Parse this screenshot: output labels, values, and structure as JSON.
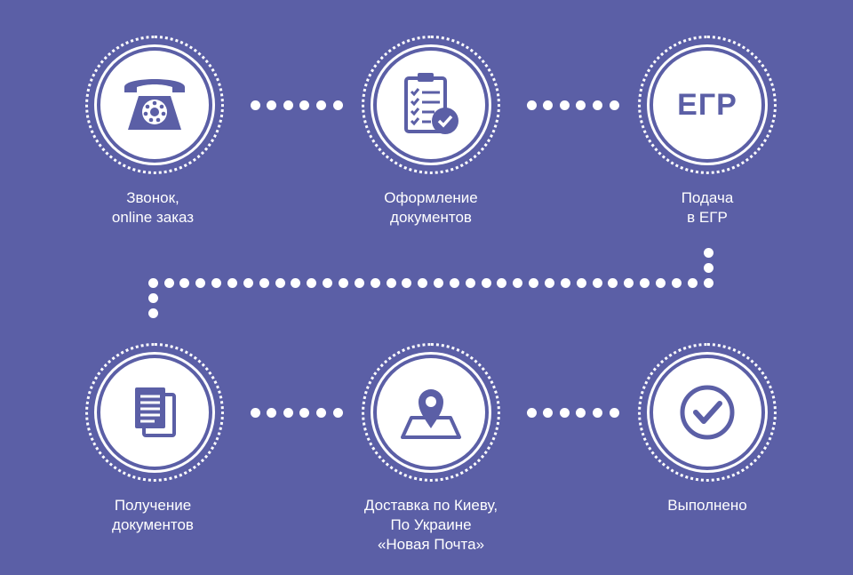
{
  "colors": {
    "background": "#5b5fa6",
    "foreground": "#ffffff",
    "icon": "#5b5fa6"
  },
  "steps": [
    {
      "icon": "telephone-icon",
      "label": "Звонок,\nonline заказ"
    },
    {
      "icon": "clipboard-checklist-icon",
      "label": "Оформление\nдокументов"
    },
    {
      "icon": "egr-text-icon",
      "icon_text": "ЕГР",
      "label": "Подача\nв ЕГР"
    },
    {
      "icon": "documents-icon",
      "label": "Получение\nдокументов"
    },
    {
      "icon": "map-pin-icon",
      "label": "Доставка по Киеву,\nПо Украине\n«Новая Почта»"
    },
    {
      "icon": "checkmark-circle-icon",
      "label": "Выполнено"
    }
  ]
}
